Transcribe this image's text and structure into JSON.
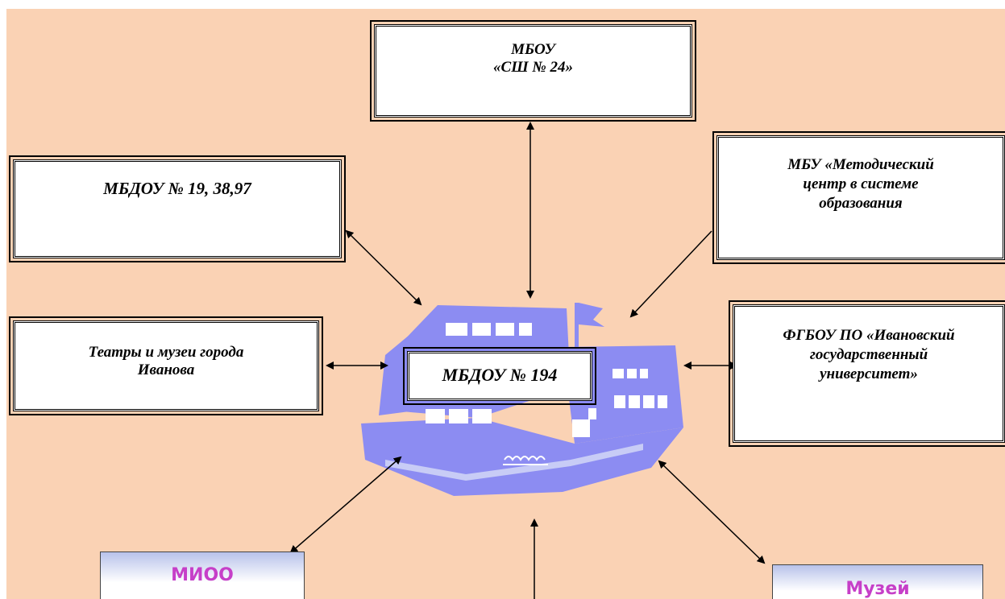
{
  "diagram": {
    "center": {
      "label": "МБДОУ № 194"
    },
    "nodes": {
      "school": {
        "line1": "МБОУ",
        "line2": "«СШ № 24»"
      },
      "kindergartens": {
        "label": "МБДОУ № 19, 38,97"
      },
      "method_center": {
        "line1": "МБУ «Методический",
        "line2": "центр в системе",
        "line3": "образования"
      },
      "theaters": {
        "line1": "Театры и музеи города",
        "line2": "Иванова"
      },
      "university": {
        "line1": "ФГБОУ ПО «Ивановский",
        "line2": "государственный",
        "line3": "университет»"
      },
      "mioo": {
        "label": "МИОО"
      },
      "museum": {
        "label": "Музей"
      }
    },
    "colors": {
      "background": "#fad2b4",
      "building": "#8c8cf2",
      "building_window": "#ffffff",
      "gradient_label": "#c63fc8"
    }
  }
}
